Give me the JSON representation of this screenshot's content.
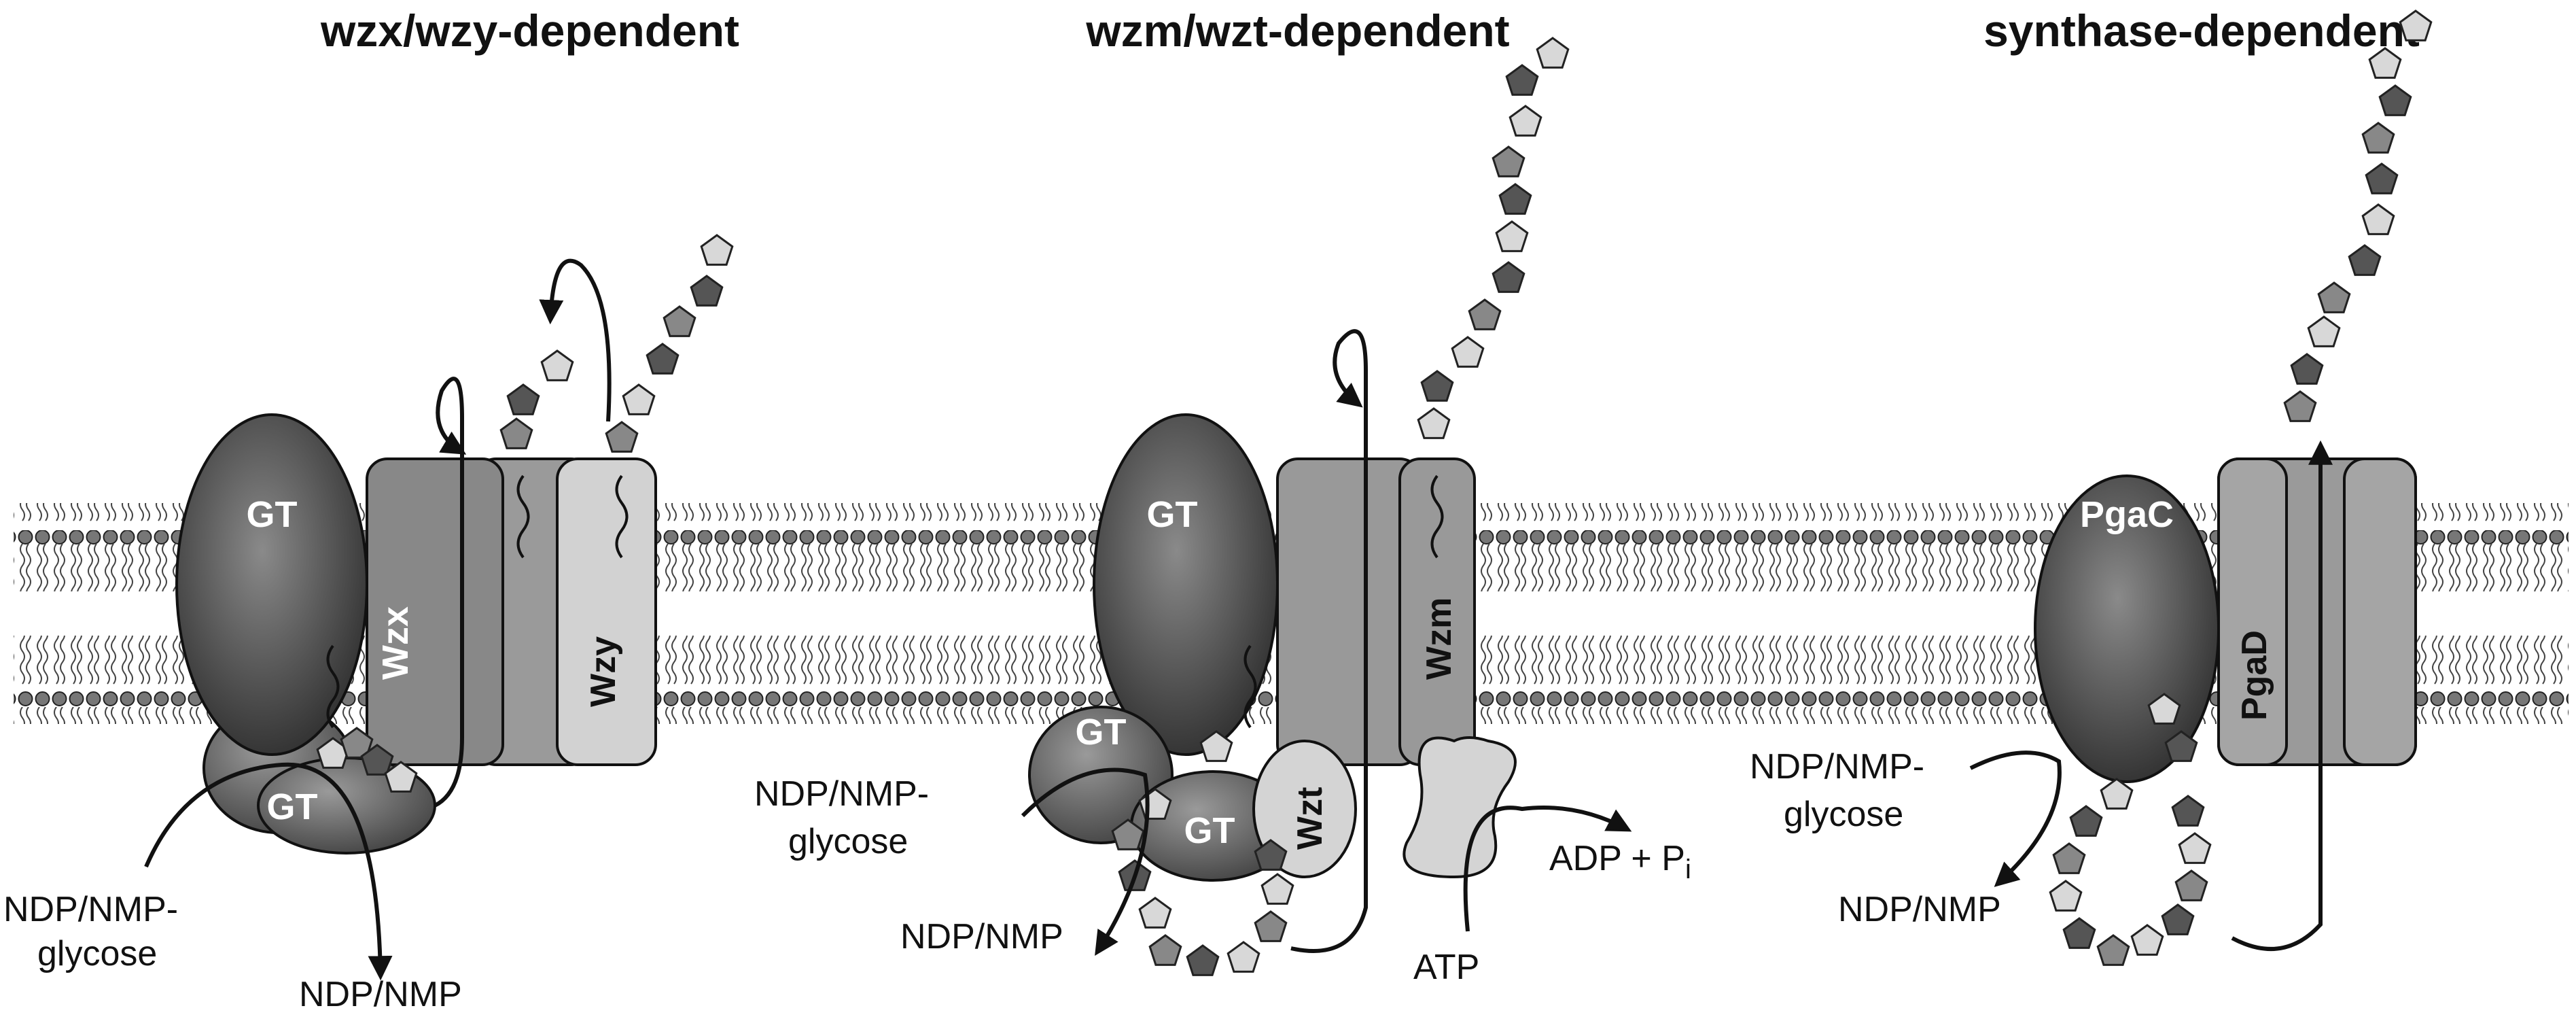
{
  "titles": {
    "wzx": "wzx/wzy-dependent",
    "wzm": "wzm/wzt-dependent",
    "synthase": "synthase-dependent"
  },
  "proteins": {
    "gt": "GT",
    "wzx": "Wzx",
    "wzy": "Wzy",
    "wzm": "Wzm",
    "wzt": "Wzt",
    "pgac": "PgaC",
    "pgad": "PgaD"
  },
  "labels": {
    "ndp_glycose_1": "NDP/NMP-",
    "ndp_glycose_2": "glycose",
    "ndp_nmp": "NDP/NMP",
    "adp": "ADP + P",
    "adp_sub": "i",
    "atp": "ATP"
  },
  "colors": {
    "gt_dark": "#3a3a3a",
    "gt_mid": "#6e6e6e",
    "transporter": "#9a9a9a",
    "light": "#d4d4d4",
    "sugar_dark": "#555555",
    "sugar_mid": "#8e8e8e",
    "sugar_light": "#d8d8d8"
  },
  "icons": [
    "lipid-bilayer-icon",
    "sugar-pentagon-icon",
    "arrow-icon"
  ]
}
